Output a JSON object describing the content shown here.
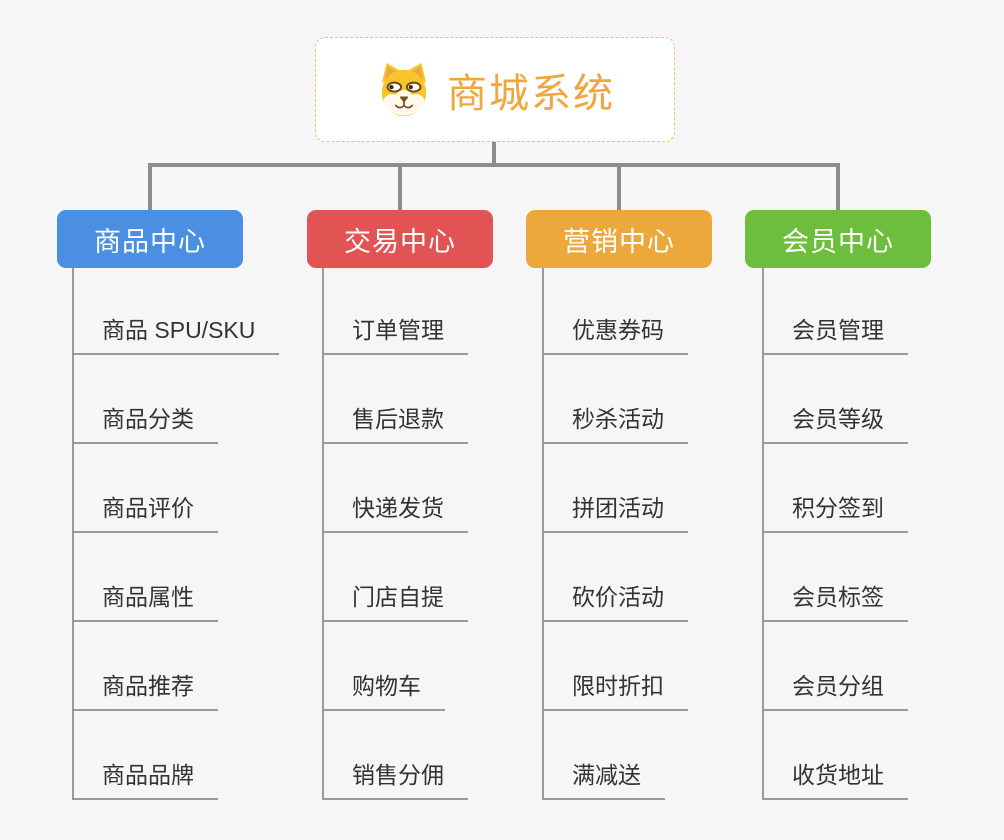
{
  "root": {
    "title": "商城系统",
    "icon": "shiba-dog-icon"
  },
  "palette": {
    "background": "#F6F6F6",
    "connector_gray": "#8C8C8C",
    "leaf_line_gray": "#9A9A9A",
    "root_title_orange": "#EFA63D",
    "root_border_orange": "#F2BE72",
    "leaf_text": "#333333",
    "branch_text": "#FFFFFF"
  },
  "branches": [
    {
      "label": "商品中心",
      "color": "#4A8FE2",
      "children": [
        "商品 SPU/SKU",
        "商品分类",
        "商品评价",
        "商品属性",
        "商品推荐",
        "商品品牌"
      ]
    },
    {
      "label": "交易中心",
      "color": "#E25454",
      "children": [
        "订单管理",
        "售后退款",
        "快递发货",
        "门店自提",
        "购物车",
        "销售分佣"
      ]
    },
    {
      "label": "营销中心",
      "color": "#ECA83B",
      "children": [
        "优惠券码",
        "秒杀活动",
        "拼团活动",
        "砍价活动",
        "限时折扣",
        "满减送"
      ]
    },
    {
      "label": "会员中心",
      "color": "#6CBE3C",
      "children": [
        "会员管理",
        "会员等级",
        "积分签到",
        "会员标签",
        "会员分组",
        "收货地址"
      ]
    }
  ]
}
